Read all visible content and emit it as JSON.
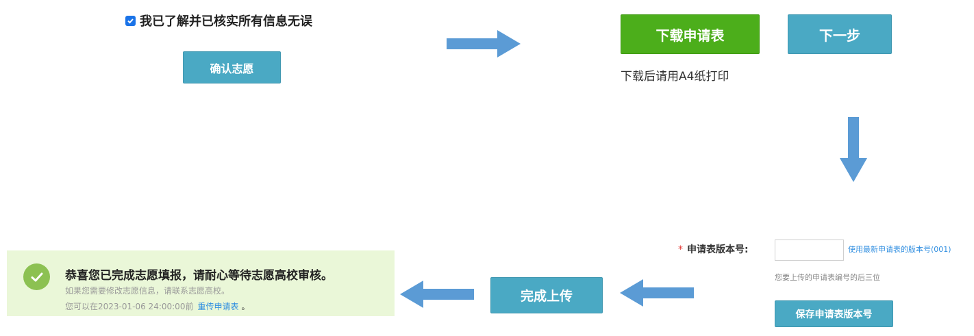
{
  "step1": {
    "checkbox_label": "我已了解并已核实所有信息无误",
    "confirm_button": "确认志愿"
  },
  "step2": {
    "download_button": "下载申请表",
    "next_button": "下一步",
    "download_note": "下载后请用A4纸打印"
  },
  "step3": {
    "required_mark": "*",
    "version_label": "申请表版本号:",
    "version_value": "",
    "use_latest_link": "使用最新申请表的版本号(001)",
    "hint": "您要上传的申请表编号的后三位",
    "save_button": "保存申请表版本号"
  },
  "step4": {
    "upload_button": "完成上传"
  },
  "success": {
    "title": "恭喜您已完成志愿填报，请耐心等待志愿高校审核。",
    "subtitle": "如果您需要修改志愿信息，请联系志愿高校。",
    "deadline_prefix": "您可以在2023-01-06  24:00:00前",
    "reupload_link": "重传申请表",
    "deadline_suffix": "。"
  },
  "colors": {
    "teal": "#4aa9c4",
    "green": "#4cae1b",
    "arrow": "#5b9bd5",
    "success_bg": "#eaf7d8",
    "link": "#2f8ee0"
  }
}
